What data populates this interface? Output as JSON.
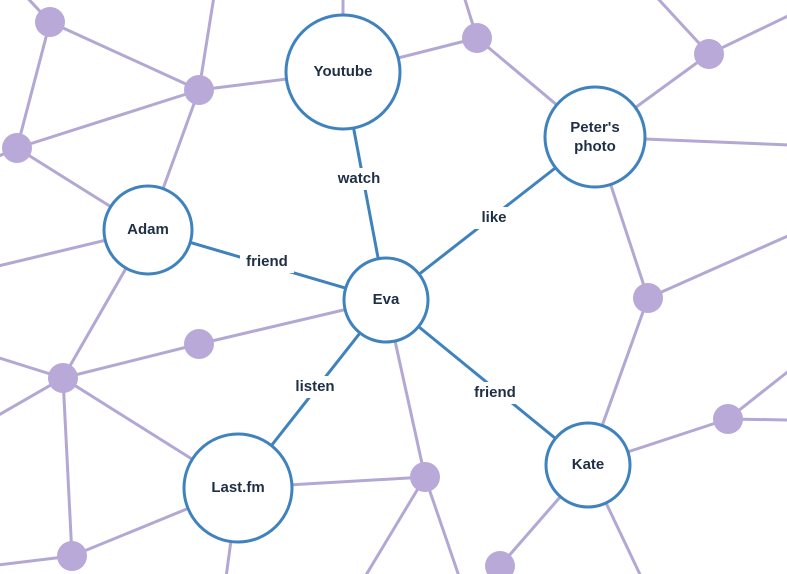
{
  "nodes": {
    "youtube": "Youtube",
    "peters_photo_line1": "Peter's",
    "peters_photo_line2": "photo",
    "adam": "Adam",
    "eva": "Eva",
    "lastfm": "Last.fm",
    "kate": "Kate"
  },
  "relations": {
    "eva_youtube": "watch",
    "eva_peters_photo": "like",
    "eva_adam": "friend",
    "eva_lastfm": "listen",
    "eva_kate": "friend"
  },
  "colors": {
    "main_edge": "#3f82bd",
    "background_edge": "#b3a8d3",
    "small_node": "#b9a9d9"
  }
}
